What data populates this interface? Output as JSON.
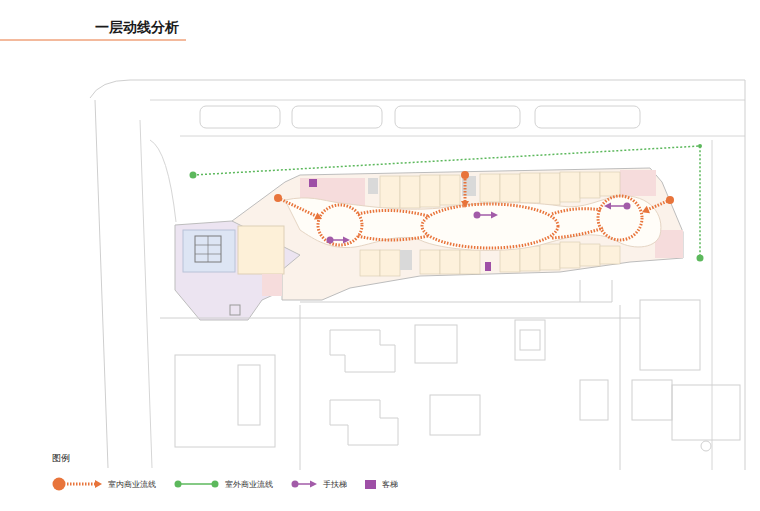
{
  "diagram": {
    "title": "一层动线分析",
    "labels": [
      "图例"
    ],
    "legend": [
      {
        "text": "室内商业流线"
      },
      {
        "text": "室外商业流线"
      },
      {
        "text": "手扶梯"
      },
      {
        "text": "客梯",
        "color": "#9e4fa6"
      }
    ]
  }
}
